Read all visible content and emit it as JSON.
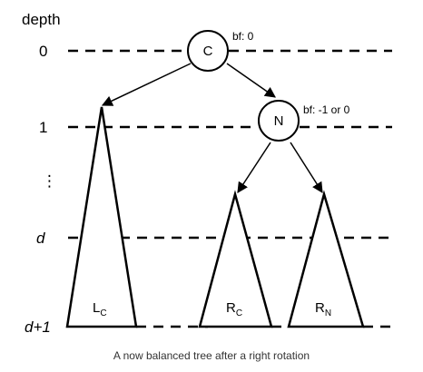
{
  "header": {
    "depth_label": "depth"
  },
  "levels": [
    {
      "label": "0",
      "italic": false
    },
    {
      "label": "1",
      "italic": false
    },
    {
      "label": "⋮",
      "italic": false
    },
    {
      "label": "d",
      "italic": true
    },
    {
      "label": "d+1",
      "italic": true
    }
  ],
  "nodes": {
    "root": {
      "label": "C",
      "bf": "bf: 0"
    },
    "child": {
      "label": "N",
      "bf": "bf: -1 or 0"
    }
  },
  "subtrees": {
    "left": {
      "main": "L",
      "sub": "C"
    },
    "middle": {
      "main": "R",
      "sub": "C"
    },
    "right": {
      "main": "R",
      "sub": "N"
    }
  },
  "caption": "A now balanced tree after a right rotation"
}
